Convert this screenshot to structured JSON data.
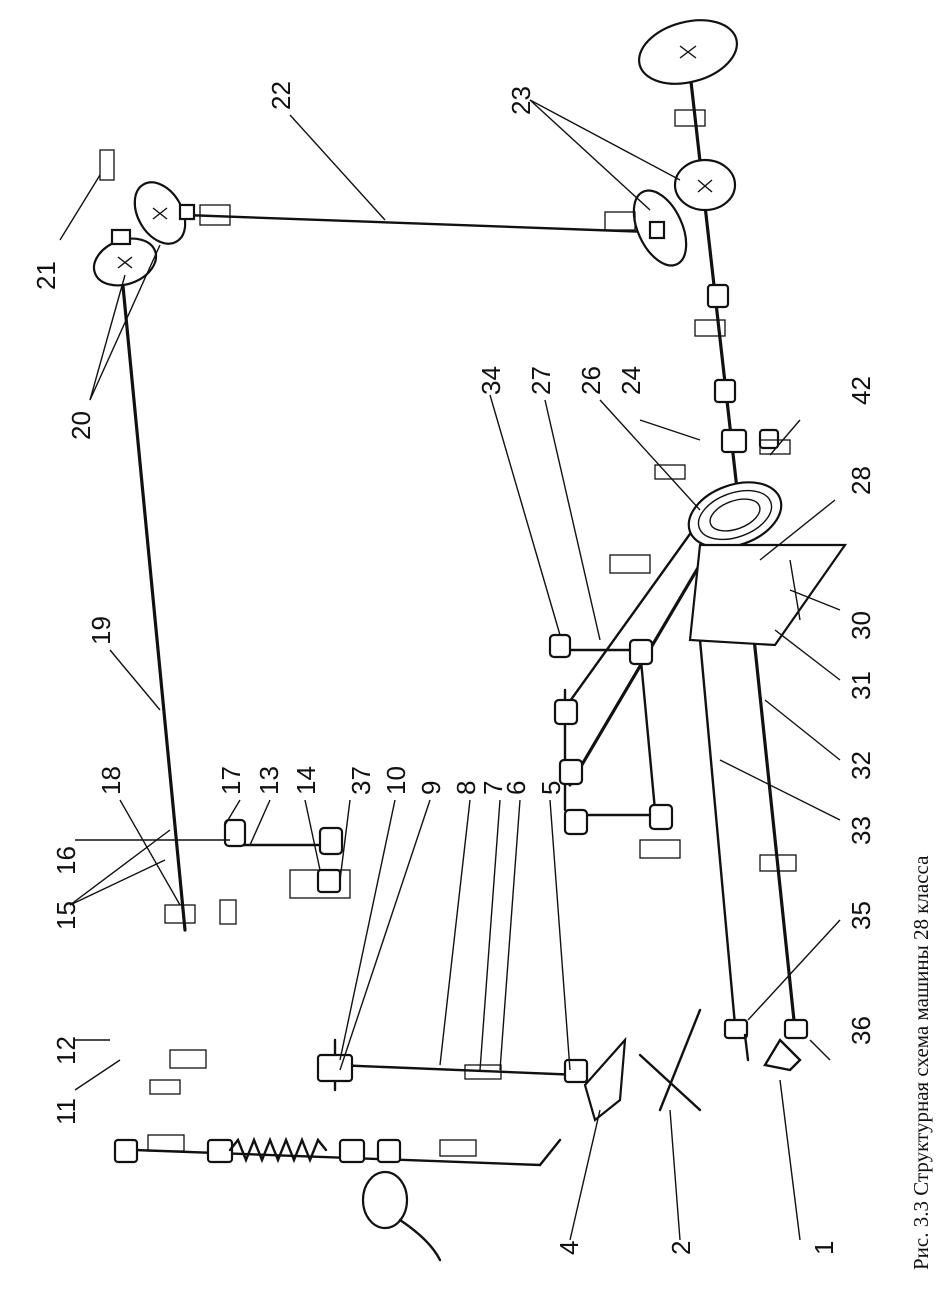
{
  "caption": "Рис. 3.3  Структурная схема машины 28 класса",
  "callouts": [
    {
      "id": "n1",
      "text": "1"
    },
    {
      "id": "n2",
      "text": "2"
    },
    {
      "id": "n4",
      "text": "4"
    },
    {
      "id": "n5",
      "text": "5"
    },
    {
      "id": "n6",
      "text": "6"
    },
    {
      "id": "n7",
      "text": "7"
    },
    {
      "id": "n8",
      "text": "8"
    },
    {
      "id": "n9",
      "text": "9"
    },
    {
      "id": "n10",
      "text": "10"
    },
    {
      "id": "n11",
      "text": "11"
    },
    {
      "id": "n12",
      "text": "12"
    },
    {
      "id": "n13",
      "text": "13"
    },
    {
      "id": "n14",
      "text": "14"
    },
    {
      "id": "n15",
      "text": "15"
    },
    {
      "id": "n16",
      "text": "16"
    },
    {
      "id": "n17",
      "text": "17"
    },
    {
      "id": "n18",
      "text": "18"
    },
    {
      "id": "n19",
      "text": "19"
    },
    {
      "id": "n20",
      "text": "20"
    },
    {
      "id": "n21",
      "text": "21"
    },
    {
      "id": "n22",
      "text": "22"
    },
    {
      "id": "n23",
      "text": "23"
    },
    {
      "id": "n24",
      "text": "24"
    },
    {
      "id": "n26",
      "text": "26"
    },
    {
      "id": "n27",
      "text": "27"
    },
    {
      "id": "n28",
      "text": "28"
    },
    {
      "id": "n30",
      "text": "30"
    },
    {
      "id": "n31",
      "text": "31"
    },
    {
      "id": "n32",
      "text": "32"
    },
    {
      "id": "n33",
      "text": "33"
    },
    {
      "id": "n34",
      "text": "34"
    },
    {
      "id": "n35",
      "text": "35"
    },
    {
      "id": "n36",
      "text": "36"
    },
    {
      "id": "n37",
      "text": "37"
    },
    {
      "id": "n42",
      "text": "42"
    }
  ]
}
